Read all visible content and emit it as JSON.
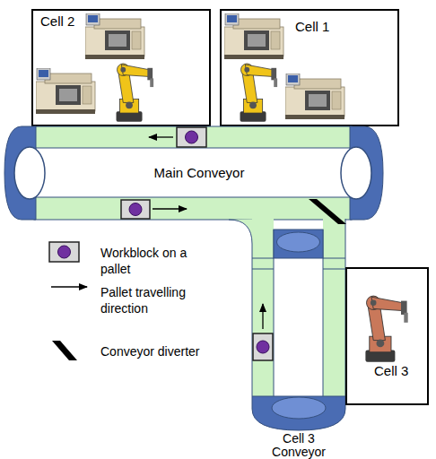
{
  "diagram": {
    "nodes": [
      {
        "text": [
          "Cell 2"
        ]
      },
      {
        "text": [
          "Cell 1"
        ]
      },
      {
        "text": [
          "Main Conveyor"
        ]
      },
      {
        "text": [
          "Cell 3 Conveyor"
        ]
      },
      {
        "text": [
          "Cell 3"
        ]
      }
    ],
    "legend": [
      {
        "text": "Workblock on a pallet"
      },
      {
        "text": "Pallet travelling direction"
      },
      {
        "text": "Conveyor diverter"
      }
    ]
  }
}
